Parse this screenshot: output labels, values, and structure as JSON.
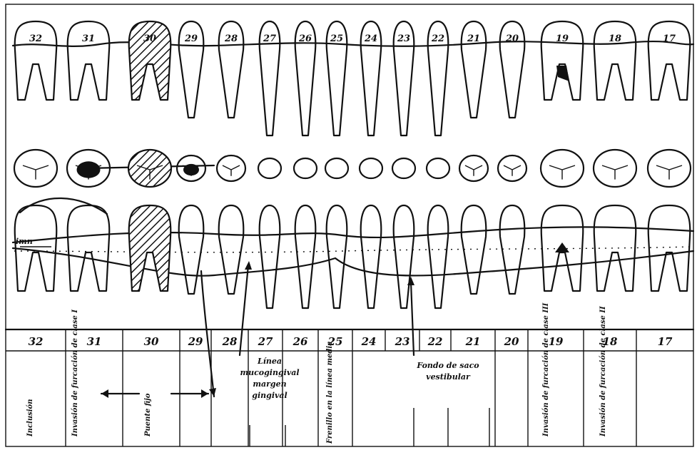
{
  "upper_numbers": [
    {
      "tooth": "32"
    },
    {
      "tooth": "31"
    },
    {
      "tooth": "30"
    },
    {
      "tooth": "29"
    },
    {
      "tooth": "28"
    },
    {
      "tooth": "27"
    },
    {
      "tooth": "26"
    },
    {
      "tooth": "25"
    },
    {
      "tooth": "24"
    },
    {
      "tooth": "23"
    },
    {
      "tooth": "22"
    },
    {
      "tooth": "21"
    },
    {
      "tooth": "20"
    },
    {
      "tooth": "19"
    },
    {
      "tooth": "18"
    },
    {
      "tooth": "17"
    }
  ],
  "lingual_label": "imn",
  "table": {
    "columns": [
      "32",
      "31",
      "30",
      "29",
      "28",
      "27",
      "26",
      "25",
      "24",
      "23",
      "22",
      "21",
      "20",
      "19",
      "18",
      "17"
    ],
    "notes": {
      "inclusion": "Inclusión",
      "furcation_1": "Invasión de furcación de clase I",
      "fixed_bridge": "Puente fijo",
      "mucogingival": [
        "Línea",
        "mucogingival",
        "margen",
        "gingival"
      ],
      "frenulum": "Frenillo en la línea media",
      "vestibular": [
        "Fondo de saco",
        "vestibular"
      ],
      "furcation_3": "Invasión de furcación de clase III",
      "furcation_2": "Invasión de furcación de clase II"
    }
  }
}
